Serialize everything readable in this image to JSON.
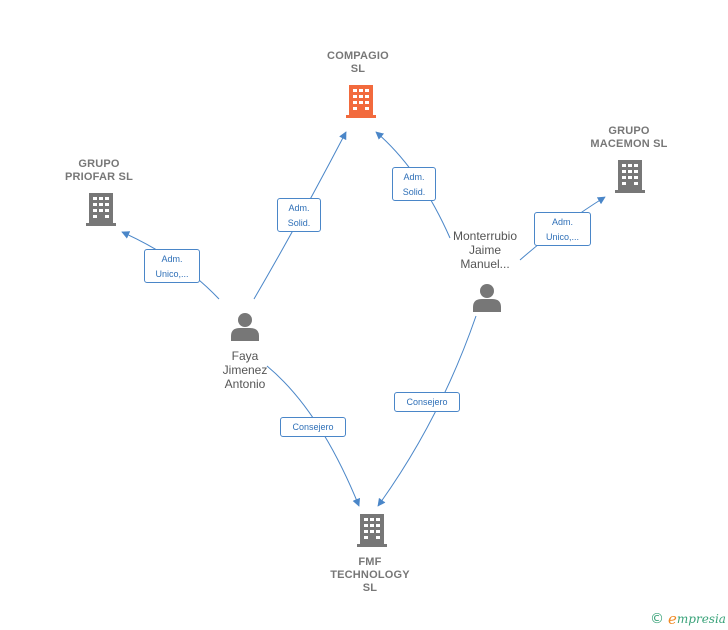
{
  "colors": {
    "focus_company": "#f26a3d",
    "company": "#777777",
    "person": "#777777",
    "edge": "#4a86c8",
    "edge_text": "#2e6fb7"
  },
  "nodes": {
    "compagio": {
      "label": "COMPAGIO\nSL",
      "icon": "building-icon"
    },
    "grupo_priofar": {
      "label": "GRUPO\nPRIOFAR  SL",
      "icon": "building-icon"
    },
    "grupo_macemon": {
      "label": "GRUPO\nMACEMON  SL",
      "icon": "building-icon"
    },
    "fmf_technology": {
      "label": "FMF\nTECHNOLOGY\nSL",
      "icon": "building-icon"
    },
    "faya": {
      "label": "Faya\nJimenez\nAntonio",
      "icon": "person-icon"
    },
    "monterrubio": {
      "label": "Monterrubio\nJaime\nManuel...",
      "icon": "person-icon"
    }
  },
  "edges": {
    "faya_priofar": "Adm.\nUnico,...",
    "faya_compagio": "Adm.\nSolid.",
    "monterrubio_compagio": "Adm.\nSolid.",
    "monterrubio_macemon": "Adm.\nUnico,...",
    "faya_fmf": "Consejero",
    "monterrubio_fmf": "Consejero"
  },
  "footer": {
    "copyright": "©",
    "brand_first": "e",
    "brand_rest": "mpresia"
  }
}
